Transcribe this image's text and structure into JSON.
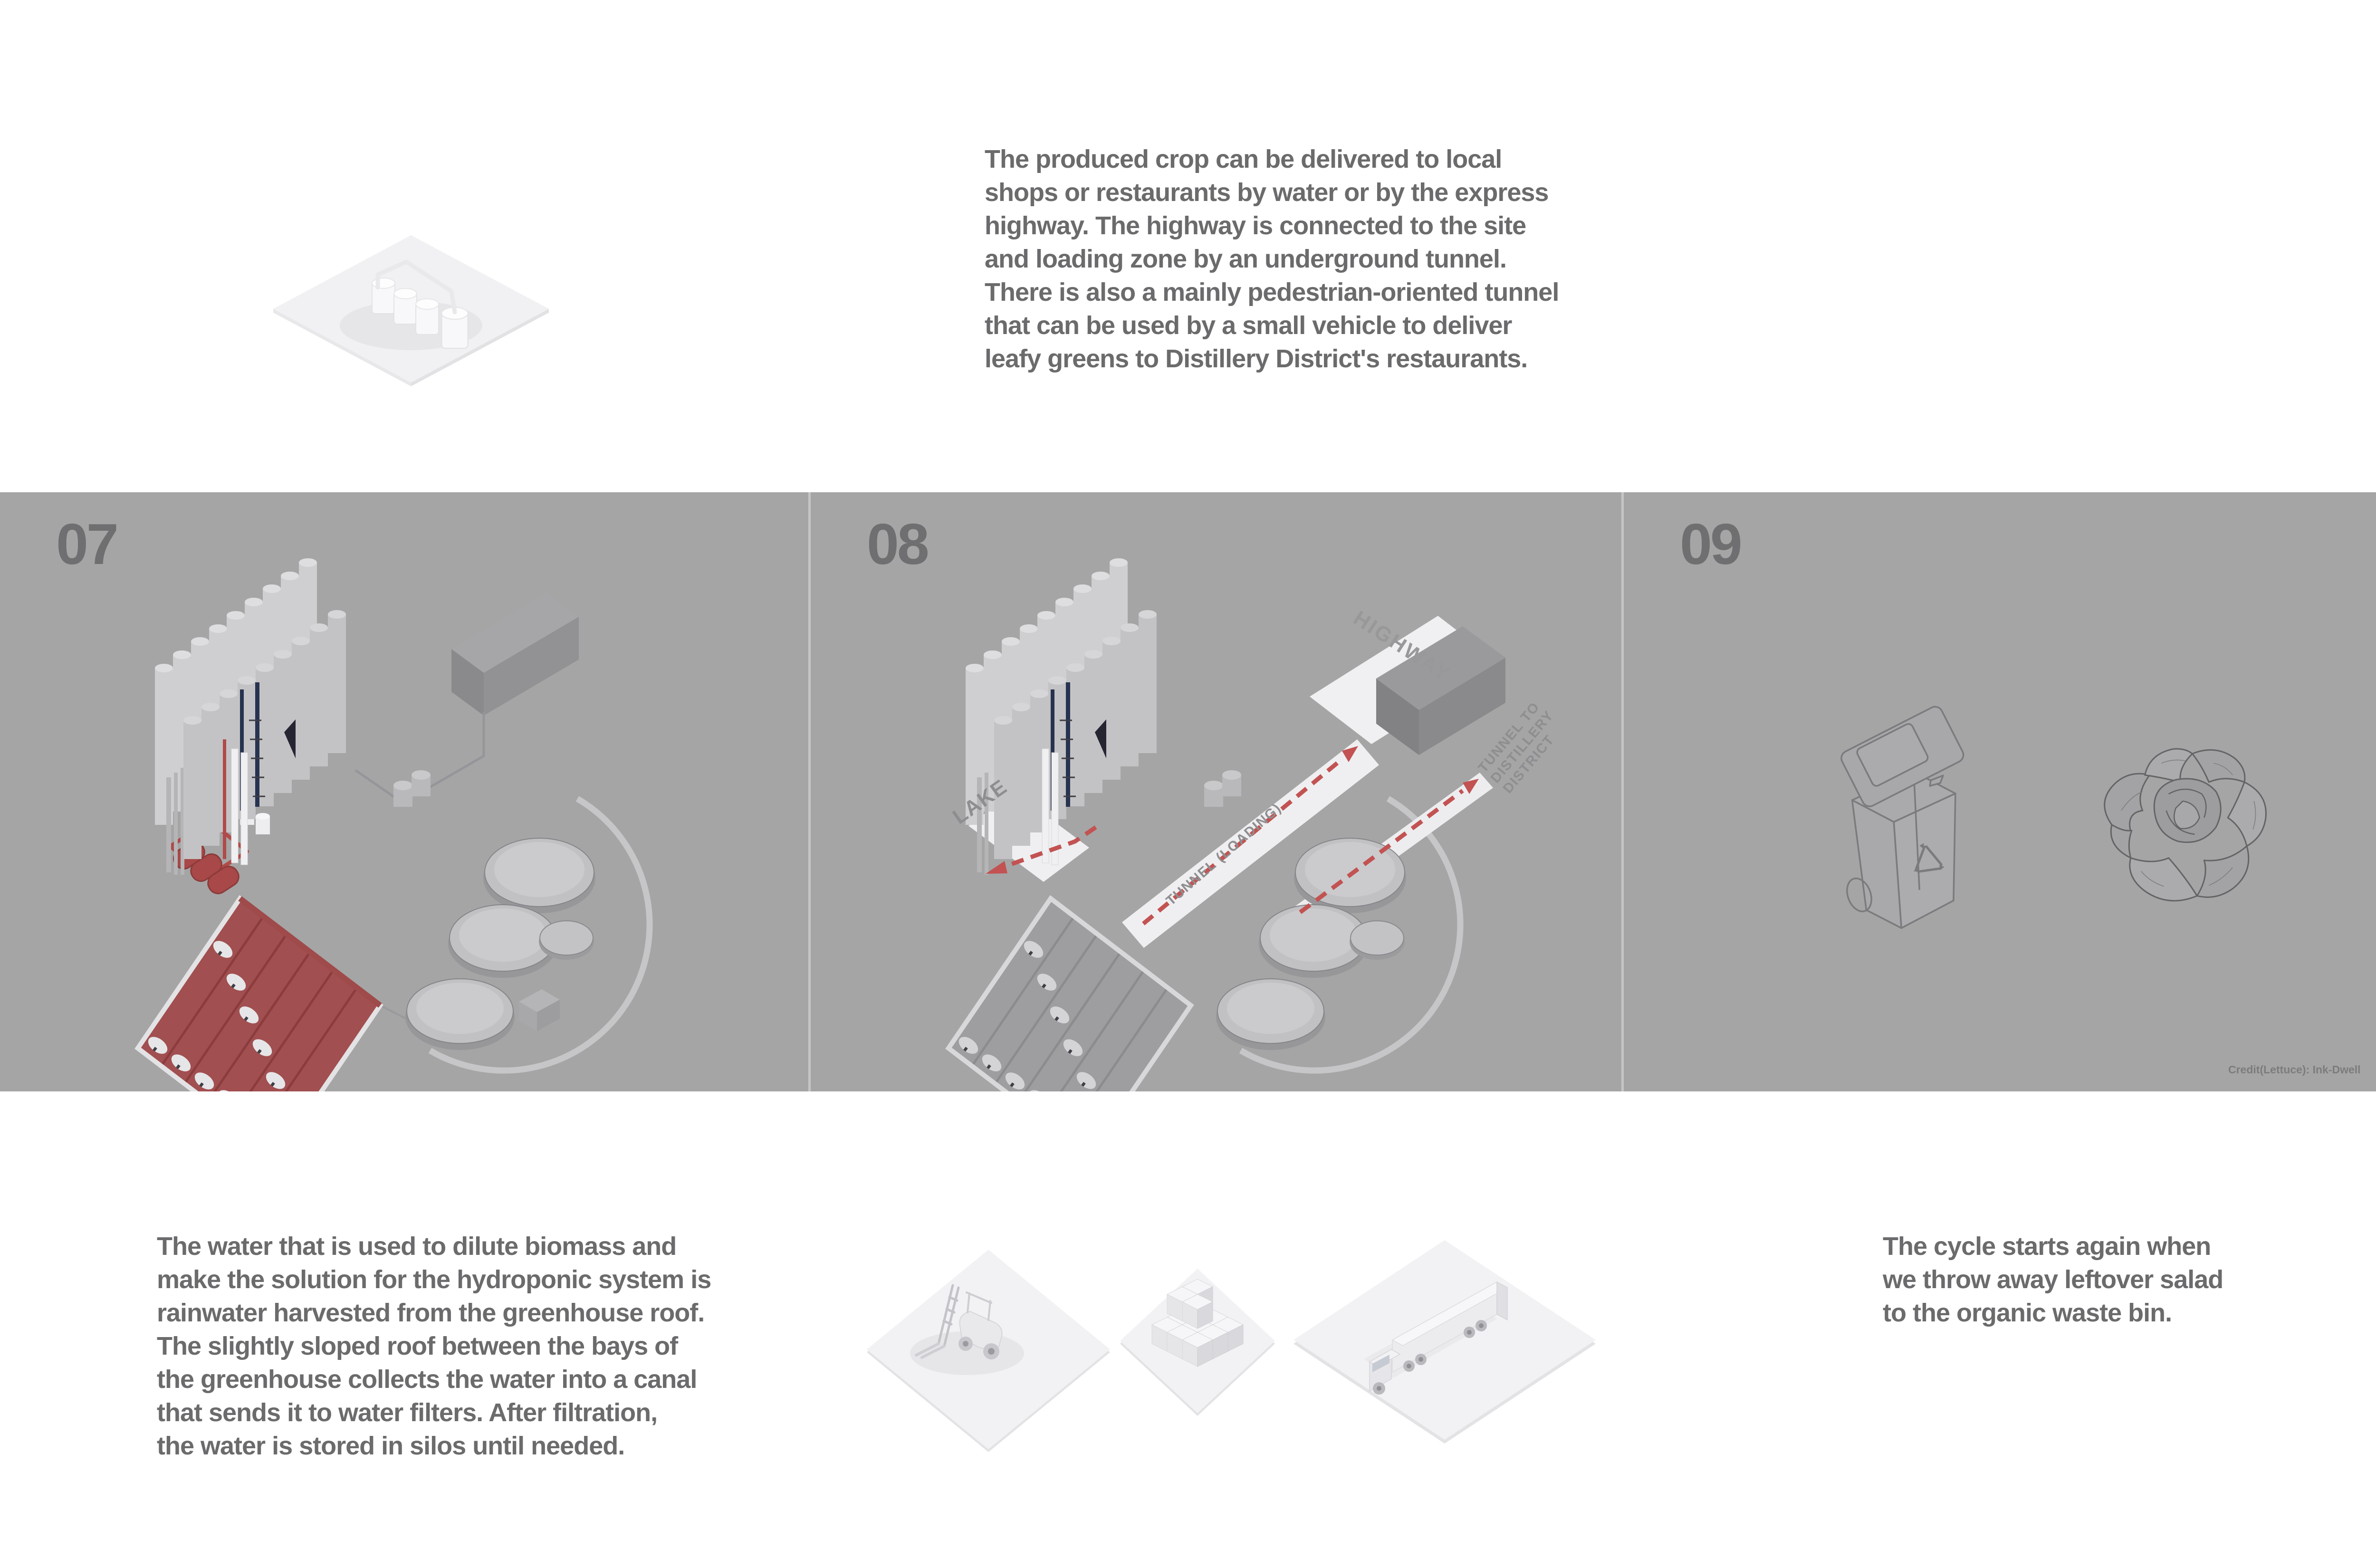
{
  "intro": {
    "text": "The produced crop can be delivered to local\nshops or restaurants by water or by the express\nhighway. The highway is connected to the site\nand loading zone by an underground tunnel.\nThere is also a mainly pedestrian-oriented tunnel\nthat can be used by a small vehicle to deliver\nleafy greens to Distillery District's restaurants."
  },
  "notes": {
    "water": {
      "text": "The water that is used to dilute biomass and\nmake the solution for the hydroponic system is\nrainwater harvested from the greenhouse roof.\nThe slightly sloped roof between the bays of\nthe greenhouse collects the water into a canal\nthat sends it to water filters. After filtration,\nthe water is stored in silos until needed."
    },
    "cycle": {
      "text": "The cycle starts again when\nwe throw away leftover salad\nto the organic waste bin."
    }
  },
  "panels": {
    "p07": {
      "number": "07"
    },
    "p08": {
      "number": "08",
      "labels": {
        "lake": "LAKE",
        "highway": "HIGHWAY",
        "tunnel_loading": "TUNNEL (LOADING)",
        "tunnel_district": "TUNNEL TO\nDISTILLERY DISTRICT"
      }
    },
    "p09": {
      "number": "09",
      "credit": "Credit(Lettuce): Ink-Dwell"
    }
  },
  "colors": {
    "band_background": "#a5a5a5",
    "accent_red": "#c25352",
    "greenhouse_red": "#a14f50",
    "body_text": "#6b6b6d",
    "panel_number": "#6f6f71",
    "map_label": "#8e8e91",
    "credit_text": "#7c7c7e"
  }
}
